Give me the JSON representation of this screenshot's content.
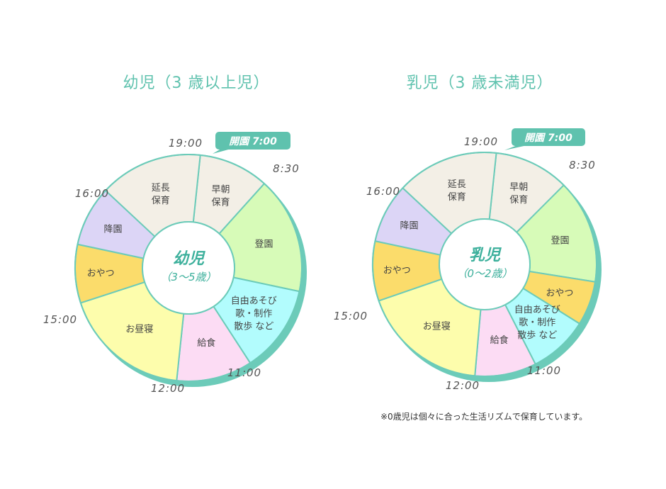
{
  "charts": [
    {
      "title": "幼児（3 歳以上児）",
      "center": {
        "title": "幼児",
        "subtitle": "（3～5歳）"
      },
      "badge": "開園 7:00",
      "segments": [
        {
          "lines": [
            "早朝",
            "保育"
          ],
          "color": "#f3efe6"
        },
        {
          "lines": [
            "登園"
          ],
          "color": "#d7fbb8"
        },
        {
          "lines": [
            "自由あそび",
            "歌・制作",
            "散歩 など"
          ],
          "color": "#b2fcfd"
        },
        {
          "lines": [
            "給食"
          ],
          "color": "#fcdcf4"
        },
        {
          "lines": [
            "お昼寝"
          ],
          "color": "#fdfdac"
        },
        {
          "lines": [
            "おやつ"
          ],
          "color": "#fbdc6b"
        },
        {
          "lines": [
            "降園"
          ],
          "color": "#dcd5f6"
        },
        {
          "lines": [
            "延長",
            "保育"
          ],
          "color": "#f3efe6"
        }
      ],
      "times": [
        "19:00",
        "8:30",
        "11:00",
        "12:00",
        "15:00",
        "16:00"
      ]
    },
    {
      "title": "乳児（3 歳未満児）",
      "center": {
        "title": "乳児",
        "subtitle": "（0～2歳）"
      },
      "badge": "開園 7:00",
      "segments": [
        {
          "lines": [
            "早朝",
            "保育"
          ],
          "color": "#f3efe6"
        },
        {
          "lines": [
            "登園"
          ],
          "color": "#d7fbb8"
        },
        {
          "lines": [
            "おやつ"
          ],
          "color": "#fbdc6b"
        },
        {
          "lines": [
            "自由あそび",
            "歌・制作",
            "散歩 など"
          ],
          "color": "#b2fcfd"
        },
        {
          "lines": [
            "給食"
          ],
          "color": "#fcdcf4"
        },
        {
          "lines": [
            "お昼寝"
          ],
          "color": "#fdfdac"
        },
        {
          "lines": [
            "おやつ"
          ],
          "color": "#fbdc6b"
        },
        {
          "lines": [
            "降園"
          ],
          "color": "#dcd5f6"
        },
        {
          "lines": [
            "延長",
            "保育"
          ],
          "color": "#f3efe6"
        }
      ],
      "times": [
        "19:00",
        "8:30",
        "11:00",
        "12:00",
        "15:00",
        "16:00"
      ]
    }
  ],
  "note": "※0歳児は個々に合った生活リズムで保育しています。",
  "colors": {
    "accent": "#5fc2ae",
    "outline": "#6ccbb9",
    "center_text": "#3db09c"
  }
}
